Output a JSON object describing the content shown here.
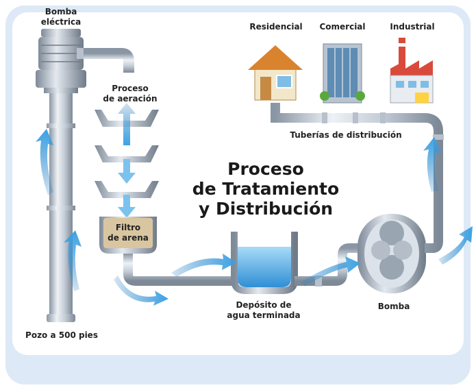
{
  "title": [
    "Proceso",
    "de Tratamiento",
    "y Distribución"
  ],
  "labels": {
    "pump_electric": [
      "Bomba",
      "eléctrica"
    ],
    "aeration": [
      "Proceso",
      "de aeración"
    ],
    "sand_filter": [
      "Filtro",
      "de arena"
    ],
    "well": "Pozo a 500 pies",
    "tank": [
      "Depósito de",
      "agua terminada"
    ],
    "pump": "Bomba",
    "distribution": "Tuberías de distribución",
    "residential": "Residencial",
    "commercial": "Comercial",
    "industrial": "Industrial"
  },
  "colors": {
    "background": "#ffffff",
    "panel": "#dde9f6",
    "pipe": "#c4ccd6",
    "pipe_dark": "#8a96a4",
    "water": "#4aa8e0",
    "arrow": "#3a9ddc",
    "sand": "#d9c6a1"
  }
}
